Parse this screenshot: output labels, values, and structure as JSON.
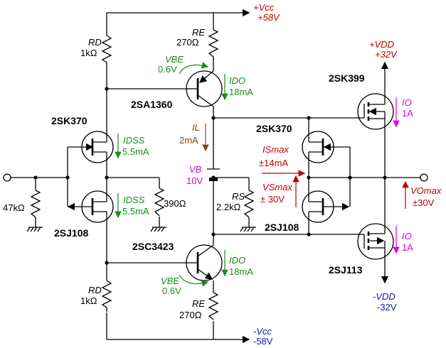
{
  "rails": {
    "vcc_label": "+Vcc",
    "vcc_value": "+58V",
    "vee_label": "-Vcc",
    "vee_value": "-58V",
    "vdd_pos_label": "+VDD",
    "vdd_pos_value": "+32V",
    "vdd_neg_label": "-VDD",
    "vdd_neg_value": "-32V"
  },
  "input": {
    "resistor": "47kΩ"
  },
  "left_stage": {
    "rd_top_name": "RD",
    "rd_top_value": "1kΩ",
    "rd_bot_name": "RD",
    "rd_bot_value": "1kΩ",
    "jfet_n": "2SK370",
    "jfet_p": "2SJ108",
    "idss_name": "IDSS",
    "idss_value": "5.5mA",
    "idss2_name": "IDSS",
    "idss2_value": "5.5mA",
    "r390": "390Ω"
  },
  "vas": {
    "re_top_name": "RE",
    "re_top_value": "270Ω",
    "re_bot_name": "RE",
    "re_bot_value": "270Ω",
    "vbe_top_name": "VBE",
    "vbe_top_value": "0.6V",
    "vbe_bot_name": "VBE",
    "vbe_bot_value": "0.6V",
    "q_top": "2SA1360",
    "q_bot": "2SC3423",
    "ido_top_name": "IDO",
    "ido_top_value": "18mA",
    "ido_bot_name": "IDO",
    "ido_bot_value": "18mA",
    "il_name": "IL",
    "il_value": "2mA",
    "vb_name": "VB",
    "vb_value": "10V"
  },
  "driver": {
    "jfet_n": "2SK370",
    "jfet_p": "2SJ108",
    "rs_name": "RS",
    "rs_value": "2.2kΩ",
    "ismax_name": "ISmax",
    "ismax_value": "±14mA",
    "vsmax_name": "VSmax",
    "vsmax_value": "± 30V"
  },
  "output": {
    "mos_n": "2SK399",
    "mos_p": "2SJ113",
    "io_top_name": "IO",
    "io_top_value": "1A",
    "io_bot_name": "IO",
    "io_bot_value": "1A",
    "vomax_name": "VOmax",
    "vomax_value": "±30V"
  },
  "colors": {
    "wire": "#000000",
    "rail_red": "#c00000",
    "voltage_green": "#1a8c1a",
    "current_magenta": "#e000e0",
    "rail_navy": "#1a1a9a",
    "current_brown": "#8b4513"
  }
}
